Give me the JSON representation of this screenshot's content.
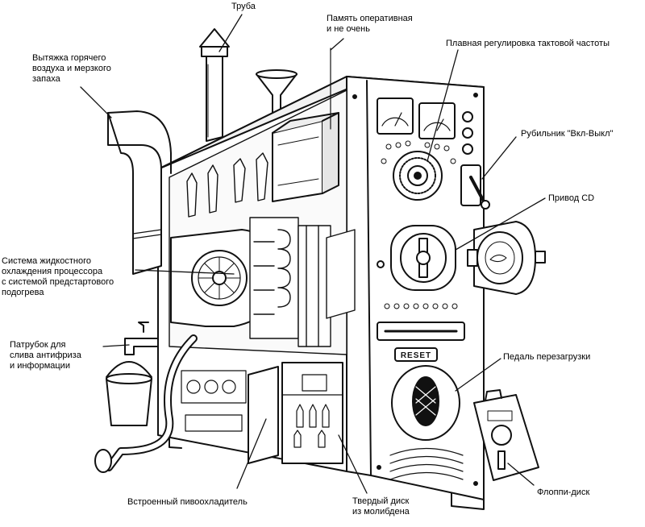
{
  "labels": {
    "pipe": "Труба",
    "ram": "Память оперативная\nи не очень",
    "exhaust": "Вытяжка горячего\nвоздуха и мерзкого\nзапаха",
    "clock": "Плавная регулировка тактовой частоты",
    "switch": "Рубильник \"Вкл-Выкл\"",
    "cd": "Привод CD",
    "cooling": "Система жидкостного\nохлаждения процессора\nс системой предстартового\nподогрева",
    "drain": "Патрубок для\nслива антифриза\nи информации",
    "pedal": "Педаль перезагрузки",
    "cooler": "Встроенный пивоохладитель",
    "hdd": "Твердый диск\nиз молибдена",
    "floppy": "Флоппи-диск"
  },
  "panel": {
    "reset_text": "RESET"
  }
}
